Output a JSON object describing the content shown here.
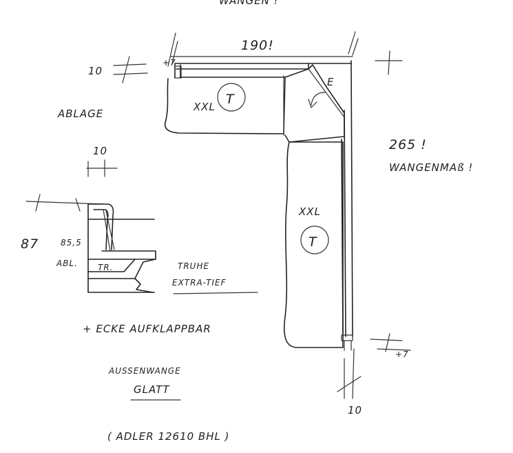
{
  "labels": {
    "top_cut": "WANGEN !",
    "dim_top_width": "190!",
    "dim_left_10": "10",
    "dim_plus7_top": "+7",
    "corner_e": "E",
    "ablage": "ABLAGE",
    "xxl_t_top": "XXL",
    "circle_t_top": "T",
    "dim_265": "265 !",
    "wangenmass": "WANGENMAß !",
    "xxl_vertical": "XXL",
    "circle_t_vertical": "T",
    "dim_section_10": "10",
    "dim_87": "87",
    "dim_85_5": "85,5",
    "abl_short": "ABL.",
    "tr_short": "TR.",
    "truhe": "TRUHE",
    "extra_tief": "EXTRA-TIEF",
    "ecke_note": "+ ECKE AUFKLAPPBAR",
    "dim_plus7_bottom": "+7",
    "dim_bottom_10": "10",
    "aussenwange": "AUSSENWANGE",
    "glatt": "GLATT",
    "adler": "( ADLER 12610 BHL )"
  }
}
